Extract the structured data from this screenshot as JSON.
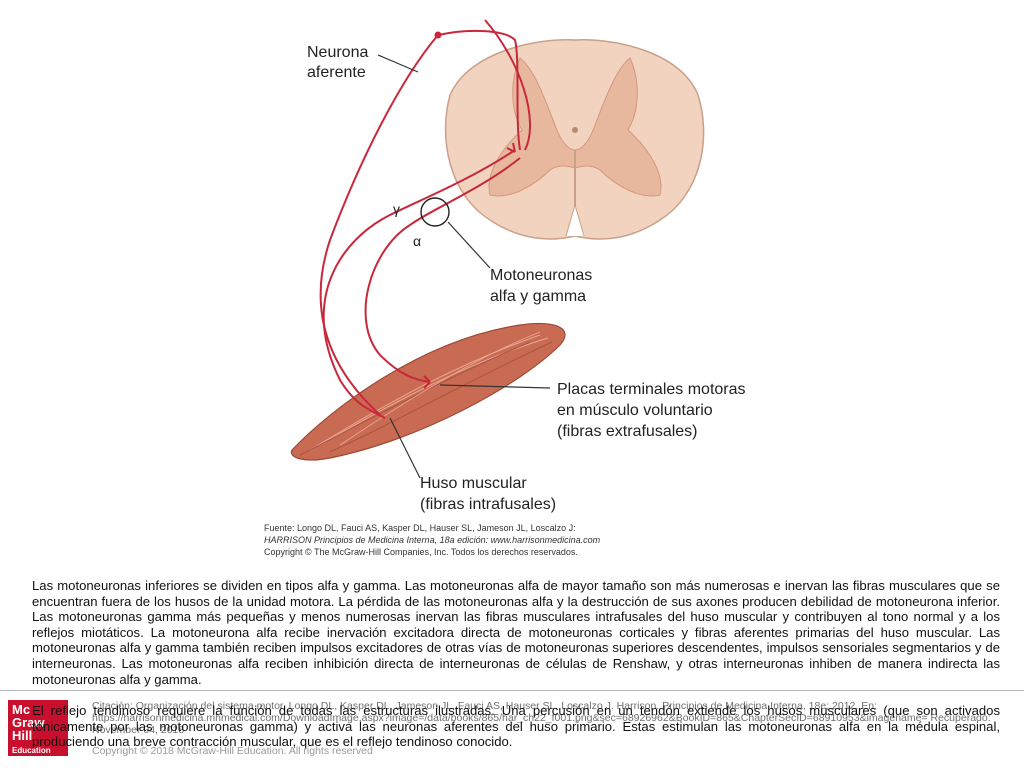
{
  "diagram": {
    "labels": {
      "afferent": [
        "Neurona",
        "aferente"
      ],
      "gamma_symbol": "γ",
      "alpha_symbol": "α",
      "motoneurons": [
        "Motoneuronas",
        "alfa y gamma"
      ],
      "end_plates": [
        "Placas terminales motoras",
        "en músculo voluntario",
        "(fibras extrafusales)"
      ],
      "spindle": [
        "Huso muscular",
        "(fibras intrafusales)"
      ]
    },
    "source": [
      "Fuente: Longo DL, Fauci AS, Kasper DL, Hauser SL, Jameson JL, Loscalzo J:",
      "HARRISON Principios de Medicina Interna, 18a edición: www.harrisonmedicina.com",
      "Copyright © The McGraw-Hill Companies, Inc. Todos los derechos reservados."
    ],
    "colors": {
      "nerve": "#c8283c",
      "cord": "#f2d3bf",
      "cord_gray": "#e8b89e",
      "muscle": "#c96a52"
    }
  },
  "caption": {
    "paragraph1": "Las motoneuronas inferiores se dividen en tipos alfa y gamma. Las motoneuronas alfa de mayor tamaño son más numerosas e inervan las fibras musculares que se encuentran fuera de los husos de la unidad motora. La pérdida de las motoneuronas alfa y la destrucción de sus axones producen debilidad de motoneurona inferior. Las motoneuronas gamma más pequeñas y menos numerosas inervan las fibras musculares intrafusales del huso muscular y contribuyen al tono normal y a los reflejos miotáticos. La motoneurona alfa recibe inervación excitadora directa de motoneuronas corticales y fibras aferentes primarias del huso muscular. Las motoneuronas alfa y gamma también reciben impulsos excitadores de otras vías de motoneuronas superiores descendentes, impulsos sensoriales segmentarios y de interneuronas. Las motoneuronas alfa reciben inhibición directa de interneuronas de células de Renshaw, y otras interneuronas inhiben de manera indirecta las motoneuronas alfa y gamma.",
    "paragraph2": "El reflejo tendinoso requiere la función de todas las estructuras ilustradas. Una percusión en un tendón extiende los husos musculares (que son activados tónicamente por las motoneuronas gamma) y activa las neuronas aferentes del huso primario. Estas estimulan las motoneuronas alfa en la médula espinal, produciendo una breve contracción muscular, que es el reflejo tendinoso conocido."
  },
  "footer": {
    "logo": [
      "Mc",
      "Graw",
      "Hill",
      "Education"
    ],
    "citation": "Citación: Organización del sistema motor, Longo DL, Kasper DL, Jameson JL, Fauci AS, Hauser SL, Loscalzo J. Harrison. Principios de Medicina Interna, 18e; 2012. En: https://harrisonmedicina.mhmedical.com/DownloadImage.aspx?image=/data/books/865/har_ch22_f001.png&sec=68926962&BookID=865&ChapterSecID=68910953&imagename= Recuperado: November 04, 2018",
    "copyright": "Copyright © 2018 McGraw-Hill Education. All rights reserved"
  }
}
